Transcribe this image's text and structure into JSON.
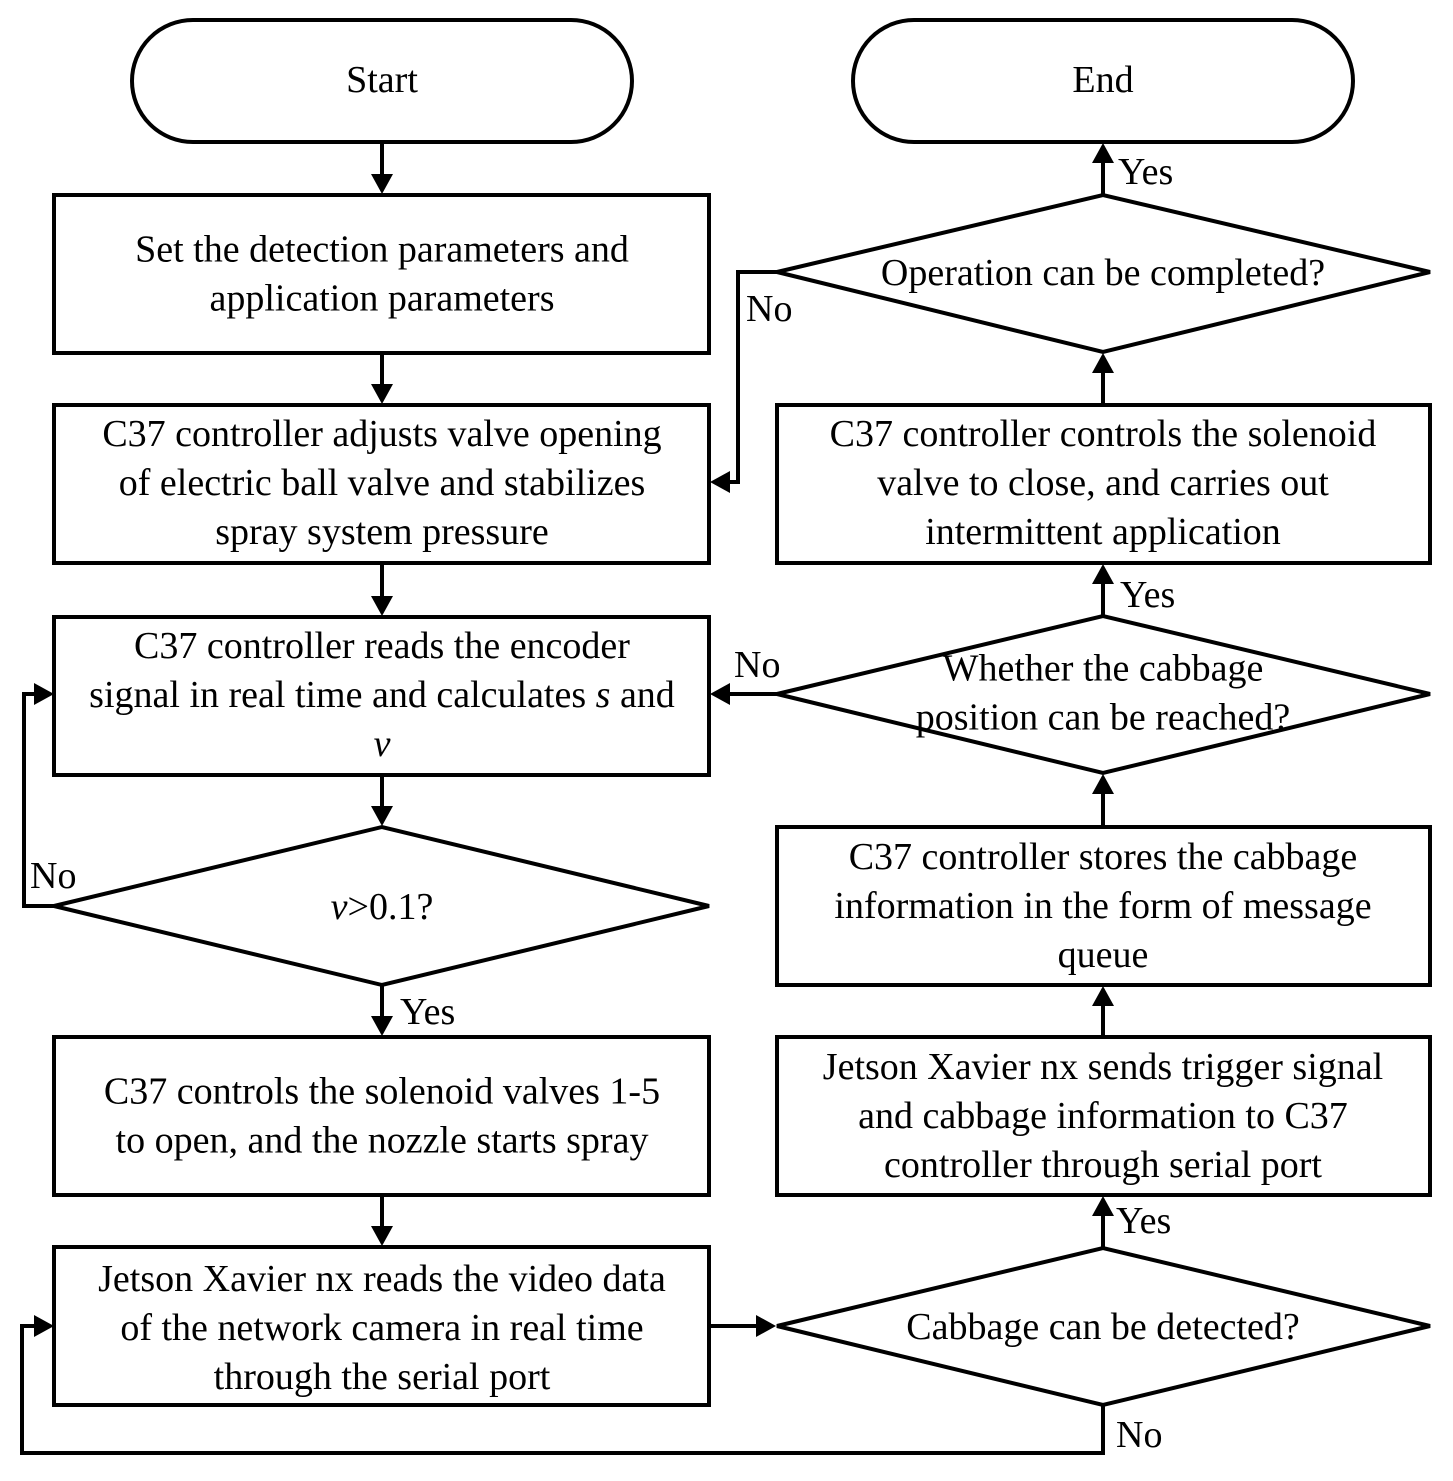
{
  "nodes": {
    "start": [
      "Start"
    ],
    "end": [
      "End"
    ],
    "set_params": [
      "Set the detection parameters and",
      "application parameters"
    ],
    "adjust_valve": [
      "C37 controller adjusts valve opening",
      "of electric ball valve and stabilizes",
      "spray system pressure"
    ],
    "read_encoder": [
      "C37 controller reads the encoder",
      "signal in real time and calculates s and",
      "v"
    ],
    "v_check": [
      "v>0.1?"
    ],
    "open_valves": [
      "C37 controls the solenoid valves 1-5",
      "to open, and the nozzle starts spray"
    ],
    "read_video": [
      "Jetson Xavier nx reads the video data",
      "of the network camera in real time",
      "through the serial port"
    ],
    "cabbage_detected": [
      "Cabbage can be detected?"
    ],
    "send_trigger": [
      "Jetson Xavier nx sends trigger signal",
      "and cabbage information to C37",
      "controller through serial port"
    ],
    "store_info": [
      "C37 controller stores the cabbage",
      "information in the form of message",
      "queue"
    ],
    "position_reached": [
      "Whether the cabbage",
      "position can be reached?"
    ],
    "close_valve": [
      "C37 controller controls the solenoid",
      "valve to close, and carries out",
      "intermittent application"
    ],
    "operation_completed": [
      "Operation can be completed?"
    ]
  },
  "edge_labels": {
    "yes": "Yes",
    "no": "No"
  }
}
